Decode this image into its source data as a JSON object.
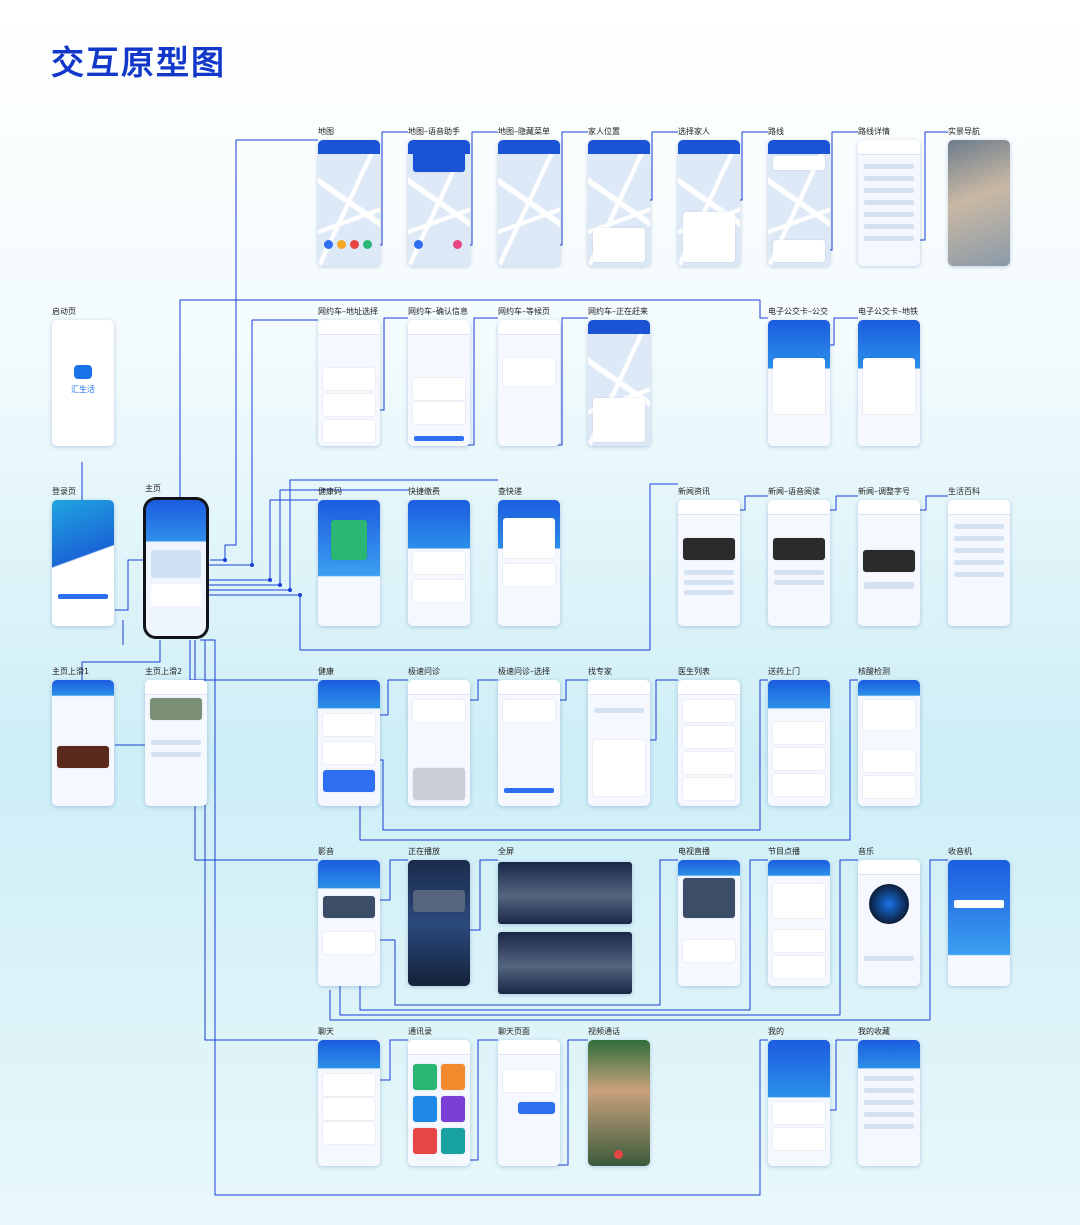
{
  "page": {
    "title": "交互原型图"
  },
  "colors": {
    "accent": "#1238c9",
    "connector": "#1a3fd6",
    "brand": "#1b53d6"
  },
  "screens": {
    "map": "地图",
    "map_voice": "地图–语音助手",
    "map_menu": "地图–隐藏菜单",
    "family_location": "家人位置",
    "choose_family": "选择家人",
    "route": "路线",
    "route_detail": "路线详情",
    "ar_nav": "实景导航",
    "launch": "启动页",
    "ride_address": "网约车–地址选择",
    "ride_confirm": "网约车–确认信息",
    "ride_wait": "网约车–等候页",
    "ride_coming": "网约车–正在赶来",
    "bus_card": "电子公交卡–公交",
    "metro_card": "电子公交卡–地铁",
    "login": "登录页",
    "home": "主页",
    "health_code": "健康码",
    "quick_pay": "快捷缴费",
    "express": "查快递",
    "news": "新闻资讯",
    "news_voice": "新闻–语音阅读",
    "news_font": "新闻–调整字号",
    "encyclopedia": "生活百科",
    "home_up1": "主页上滑1",
    "home_up2": "主页上滑2",
    "health": "健康",
    "quick_consult": "极速问诊",
    "quick_consult_select": "极速问诊–选择",
    "find_expert": "找专家",
    "doctor_list": "医生列表",
    "medicine_delivery": "送药上门",
    "nucleic_test": "核酸检测",
    "video": "影音",
    "now_playing": "正在播放",
    "fullscreen": "全屏",
    "tv_live": "电视直播",
    "vod": "节目点播",
    "music": "音乐",
    "radio": "收音机",
    "chat": "聊天",
    "contacts": "通讯录",
    "chat_page": "聊天页面",
    "video_call": "视频通话",
    "mine": "我的",
    "favorites": "我的收藏"
  },
  "app": {
    "name": "汇生活"
  }
}
